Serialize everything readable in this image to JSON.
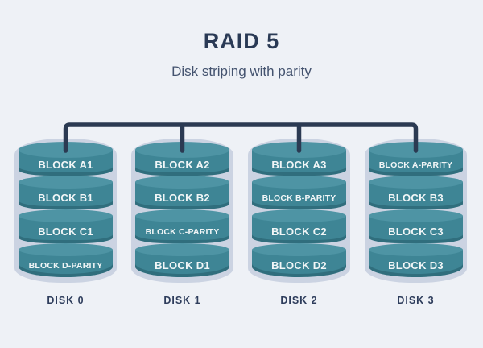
{
  "title": "RAID 5",
  "subtitle": "Disk striping with parity",
  "colors": {
    "background": "#EEF1F6",
    "bus": "#2B3A52",
    "disk_outline": "#CBD3E2",
    "cylinder_top": "#4E94A4",
    "cylinder_body": "#3E8595",
    "block_text": "#F1F6F7",
    "title_text": "#2A3A55",
    "subtitle_text": "#44536F",
    "label_text": "#2E3D5C"
  },
  "disks": [
    {
      "label": "DISK 0",
      "blocks": [
        "BLOCK A1",
        "BLOCK B1",
        "BLOCK C1",
        "BLOCK D-PARITY"
      ]
    },
    {
      "label": "DISK 1",
      "blocks": [
        "BLOCK A2",
        "BLOCK B2",
        "BLOCK C-PARITY",
        "BLOCK D1"
      ]
    },
    {
      "label": "DISK 2",
      "blocks": [
        "BLOCK A3",
        "BLOCK B-PARITY",
        "BLOCK C2",
        "BLOCK D2"
      ]
    },
    {
      "label": "DISK 3",
      "blocks": [
        "BLOCK A-PARITY",
        "BLOCK B3",
        "BLOCK C3",
        "BLOCK D3"
      ]
    }
  ]
}
